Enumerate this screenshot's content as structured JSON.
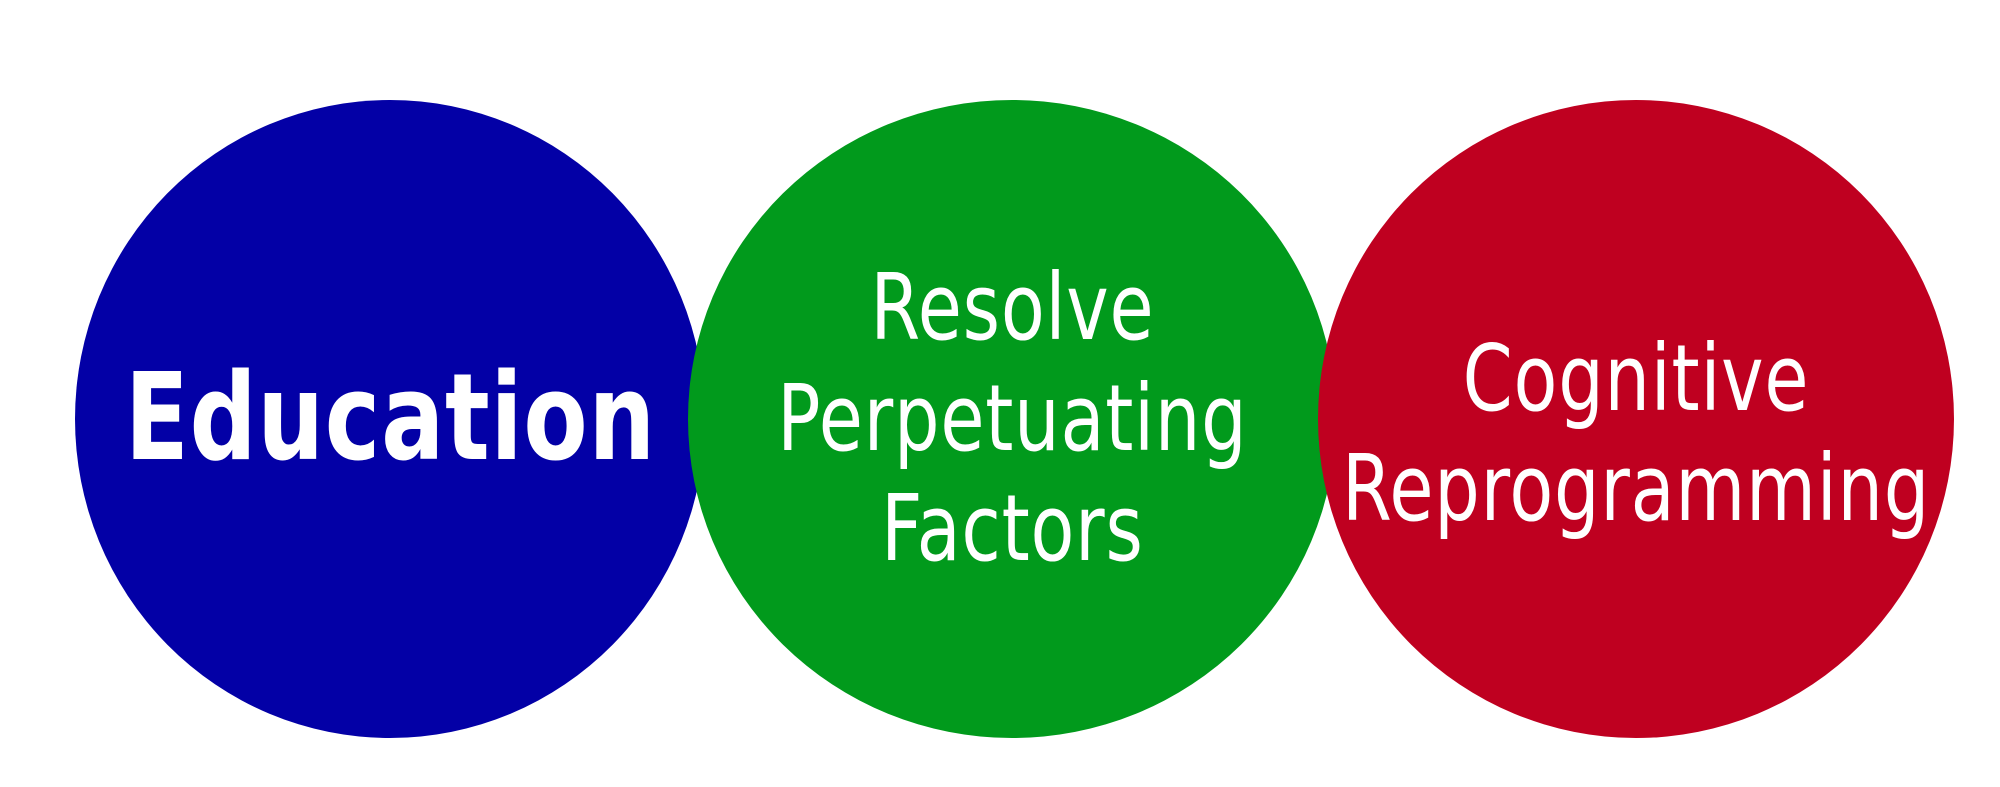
{
  "diagram": {
    "circles": [
      {
        "id": "education",
        "lines": [
          "Education"
        ],
        "color": "#0300a6"
      },
      {
        "id": "resolve",
        "lines": [
          "Resolve",
          "Perpetuating",
          "Factors"
        ],
        "color": "#019a1c"
      },
      {
        "id": "cognitive",
        "lines": [
          "Cognitive",
          "Reprogramming"
        ],
        "color": "#bf0020"
      }
    ]
  }
}
